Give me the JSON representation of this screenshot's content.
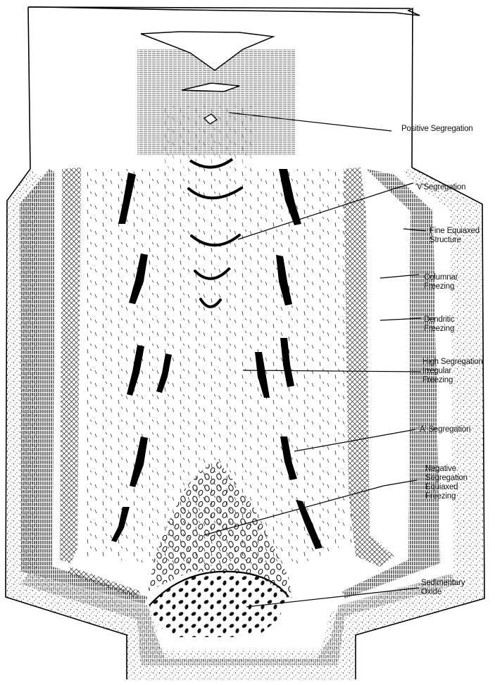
{
  "diagram": {
    "labels": {
      "positive_segregation": [
        "Positive Segregation"
      ],
      "v_segregation": [
        "'V'Segregation"
      ],
      "fine_equiaxed": [
        "Fine Equiaxed",
        "Structure"
      ],
      "columnar": [
        "Columnar",
        "Freezing"
      ],
      "dendritic": [
        "Dendritic",
        "Freezing"
      ],
      "high_segregation": [
        "High Segregation",
        "Irregular",
        "Freezing"
      ],
      "a_segregation": [
        "'A' Segregation"
      ],
      "negative_segregation": [
        "Negative",
        "Segregation",
        "Equiaxed",
        "Freezing"
      ],
      "sedimentary_oxide": [
        "Sedimentary",
        "Oxide"
      ]
    }
  }
}
